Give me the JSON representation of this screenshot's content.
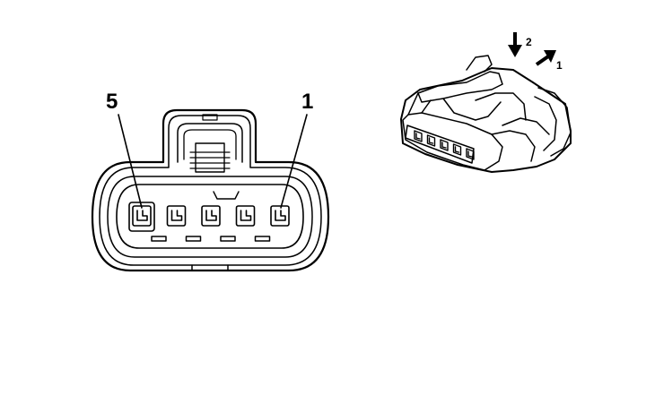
{
  "connector_face": {
    "pin_label_left": "5",
    "pin_label_right": "1",
    "terminal_count": 5
  },
  "connector_perspective": {
    "step_1_label": "1",
    "step_2_label": "2",
    "terminal_count": 5
  },
  "colors": {
    "line": "#000000",
    "background": "#ffffff"
  }
}
